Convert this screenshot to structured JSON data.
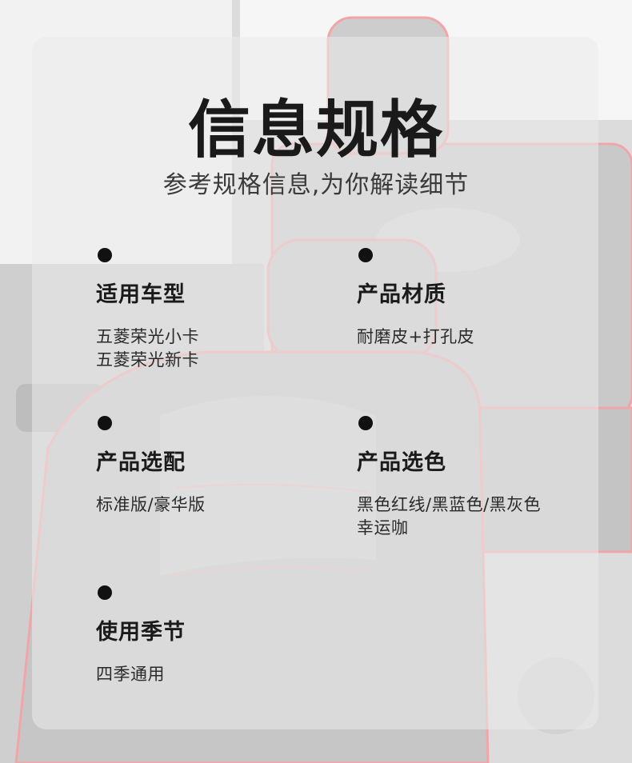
{
  "header": {
    "title": "信息规格",
    "subtitle": "参考规格信息,为你解读细节"
  },
  "specs": [
    {
      "label": "适用车型",
      "values": [
        "五菱荣光小卡",
        "五菱荣光新卡"
      ]
    },
    {
      "label": "产品材质",
      "values": [
        "耐磨皮+打孔皮"
      ]
    },
    {
      "label": "产品选配",
      "values": [
        "标准版/豪华版"
      ]
    },
    {
      "label": "产品选色",
      "values": [
        "黑色红线/黑蓝色/黑灰色",
        "幸运咖"
      ]
    },
    {
      "label": "使用季节",
      "values": [
        "四季通用"
      ]
    }
  ],
  "colors": {
    "title": "#1a1a1a",
    "text": "#2a2a2a",
    "piping_accent": "#f2a5a8",
    "seat_leather": "#c6c6c6"
  }
}
